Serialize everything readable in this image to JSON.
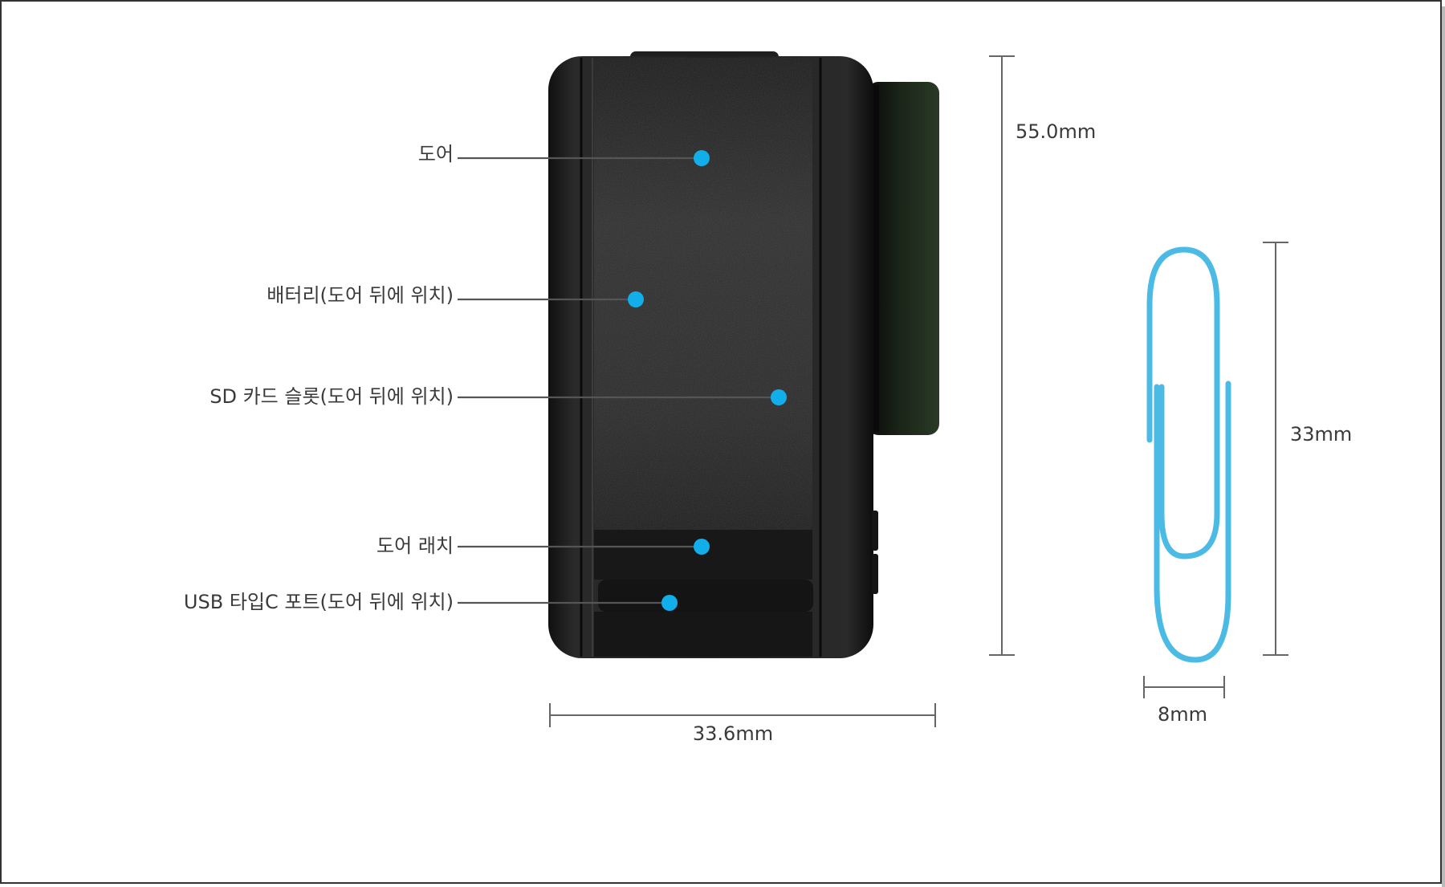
{
  "callouts": [
    {
      "id": "door",
      "label": "도어"
    },
    {
      "id": "battery",
      "label": "배터리(도어 뒤에 위치)"
    },
    {
      "id": "sd-slot",
      "label": "SD 카드 슬롯(도어 뒤에 위치)"
    },
    {
      "id": "door-latch",
      "label": "도어 래치"
    },
    {
      "id": "usb-port",
      "label": "USB 타입C 포트(도어 뒤에 위치)"
    }
  ],
  "dimensions": {
    "camera_width": "33.6mm",
    "camera_height": "55.0mm",
    "clip_height": "33mm",
    "clip_width": "8mm"
  },
  "colors": {
    "callout_dot": "#12aee9",
    "leader_line": "#555555",
    "camera_body": "#1b1b1b",
    "paperclip": "#4bbbe6"
  }
}
